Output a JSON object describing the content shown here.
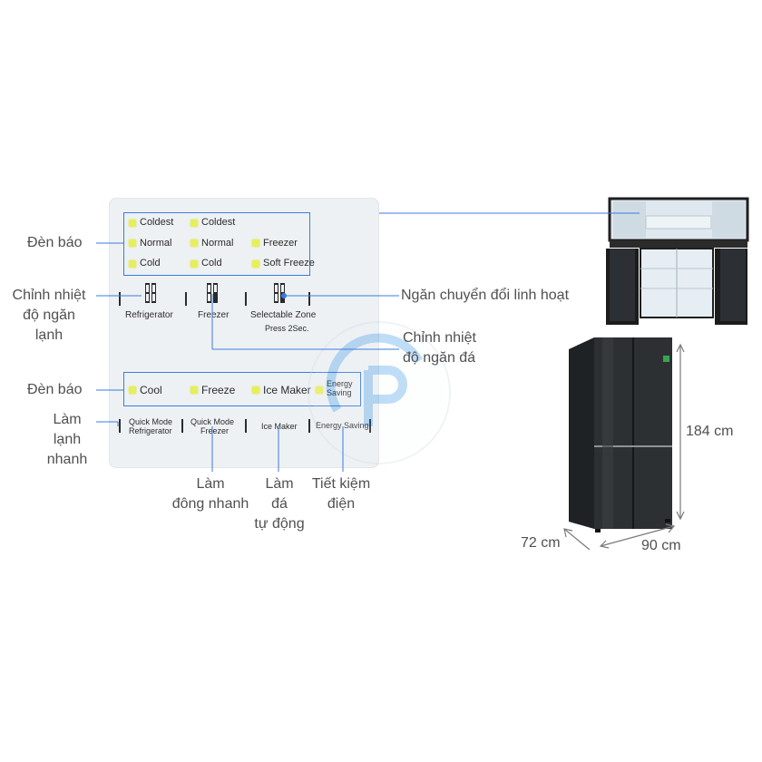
{
  "panel": {
    "top_indicators": {
      "col1": [
        "Coldest",
        "Normal",
        "Cold"
      ],
      "col2": [
        "Coldest",
        "Normal",
        "Cold"
      ],
      "col3": [
        "Freezer",
        "Soft Freeze"
      ]
    },
    "buttons_row1": {
      "refrigerator": "Refrigerator",
      "freezer": "Freezer",
      "selectable_zone": "Selectable Zone",
      "selectable_zone_hint": "Press 2Sec."
    },
    "bottom_indicators": {
      "cool": "Cool",
      "freeze": "Freeze",
      "ice_maker": "Ice Maker",
      "energy_saving_line1": "Energy",
      "energy_saving_line2": "Saving"
    },
    "buttons_row2": {
      "quick_refrigerator_line1": "Quick Mode",
      "quick_refrigerator_line2": "Refrigerator",
      "quick_freezer_line1": "Quick Mode",
      "quick_freezer_line2": "Freezer",
      "ice_maker": "Ice Maker",
      "energy_saving": "Energy Saving"
    }
  },
  "callouts": {
    "indicator_top": "Đèn báo",
    "fridge_temp_line1": "Chỉnh nhiệt",
    "fridge_temp_line2": "độ ngăn",
    "fridge_temp_line3": "lạnh",
    "indicator_bottom": "Đèn báo",
    "quick_cool_line1": "Làm",
    "quick_cool_line2": "lạnh",
    "quick_cool_line3": "nhanh",
    "quick_freeze_line1": "Làm",
    "quick_freeze_line2": "đông nhanh",
    "ice_maker_line1": "Làm",
    "ice_maker_line2": "đá",
    "ice_maker_line3": "tự động",
    "energy_line1": "Tiết kiệm",
    "energy_line2": "điện",
    "flex_zone": "Ngăn chuyển đổi linh hoạt",
    "freezer_temp_line1": "Chỉnh nhiệt",
    "freezer_temp_line2": "độ ngăn đá"
  },
  "dimensions": {
    "height": "184 cm",
    "depth": "72 cm",
    "width": "90 cm"
  },
  "colors": {
    "callout_line": "#3a7be0",
    "led": "#e6ef5a",
    "panel_bg": "#eef1f3",
    "fridge_body": "#2d3033",
    "watermark": "#1e88e5"
  }
}
